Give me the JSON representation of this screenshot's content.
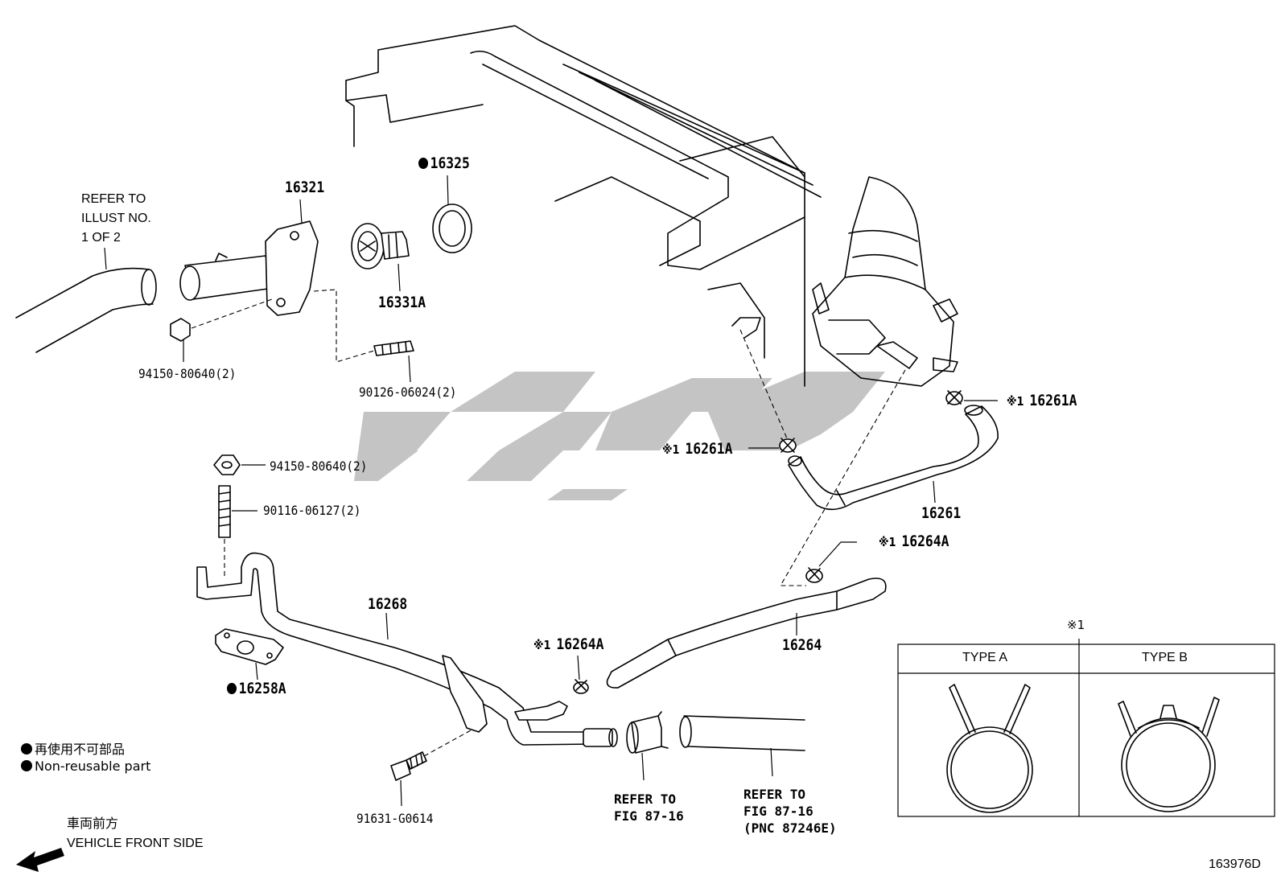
{
  "parts": {
    "p16321": "16321",
    "p16325": "16325",
    "p16331a": "16331A",
    "p94150_top": "94150-80640(2)",
    "p90126": "90126-06024(2)",
    "p94150_mid": "94150-80640(2)",
    "p90116": "90116-06127(2)",
    "p16268": "16268",
    "p16258a": "16258A",
    "p16264a_lower": "16264A",
    "p91631": "91631-G0614",
    "p16261a_upper": "16261A",
    "p16261a_mid": "16261A",
    "p16261": "16261",
    "p16264a_upper": "16264A",
    "p16264": "16264"
  },
  "note_marker": "※1",
  "references": {
    "illust_line1": "REFER TO",
    "illust_line2": "ILLUST NO.",
    "illust_line3": "1 OF 2",
    "fig_a_line1": "REFER TO",
    "fig_a_line2": "FIG 87-16",
    "fig_b_line1": "REFER TO",
    "fig_b_line2": "FIG 87-16",
    "fig_b_line3": "(PNC 87246E)"
  },
  "legend": {
    "jp": "再使用不可部品",
    "en": "Non-reusable part"
  },
  "front": {
    "jp": "車両前方",
    "en": "VEHICLE FRONT SIDE"
  },
  "clamp_table": {
    "marker": "※1",
    "type_a": "TYPE A",
    "type_b": "TYPE B"
  },
  "figure_id": "163976D",
  "watermark_color": "#c4c4c4"
}
